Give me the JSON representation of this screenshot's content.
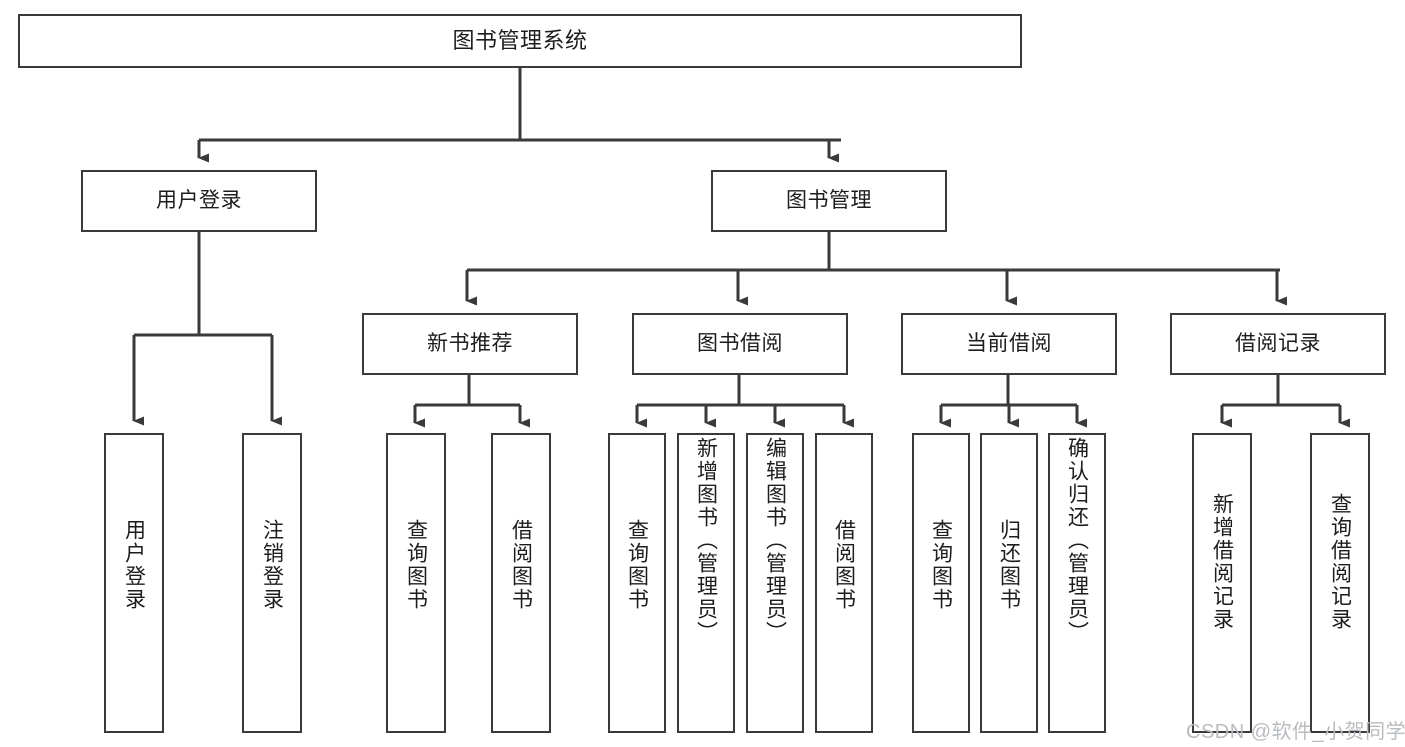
{
  "diagram": {
    "type": "tree-hierarchy-chart",
    "title": "图书管理系统",
    "stroke_color": "#3a3a3a",
    "text_color": "#1d1d1d",
    "background_color": "#ffffff",
    "watermark": "CSDN @软件_小贺同学",
    "watermark_color": "#b9bcc0",
    "root": {
      "label": "图书管理系统"
    },
    "level2": [
      {
        "label": "用户登录"
      },
      {
        "label": "图书管理"
      }
    ],
    "level3": [
      {
        "label": "新书推荐"
      },
      {
        "label": "图书借阅"
      },
      {
        "label": "当前借阅"
      },
      {
        "label": "借阅记录"
      }
    ],
    "leaves": {
      "user_login": [
        {
          "label": "用户登录"
        },
        {
          "label": "注销登录"
        }
      ],
      "new_book_recommend": [
        {
          "label": "查询图书"
        },
        {
          "label": "借阅图书"
        }
      ],
      "book_borrow": [
        {
          "label": "查询图书"
        },
        {
          "label": "新增图书（管理员）"
        },
        {
          "label": "编辑图书（管理员）"
        },
        {
          "label": "借阅图书"
        }
      ],
      "current_borrow": [
        {
          "label": "查询图书"
        },
        {
          "label": "归还图书"
        },
        {
          "label": "确认归还（管理员）"
        }
      ],
      "borrow_record": [
        {
          "label": "新增借阅记录"
        },
        {
          "label": "查询借阅记录"
        }
      ]
    }
  }
}
